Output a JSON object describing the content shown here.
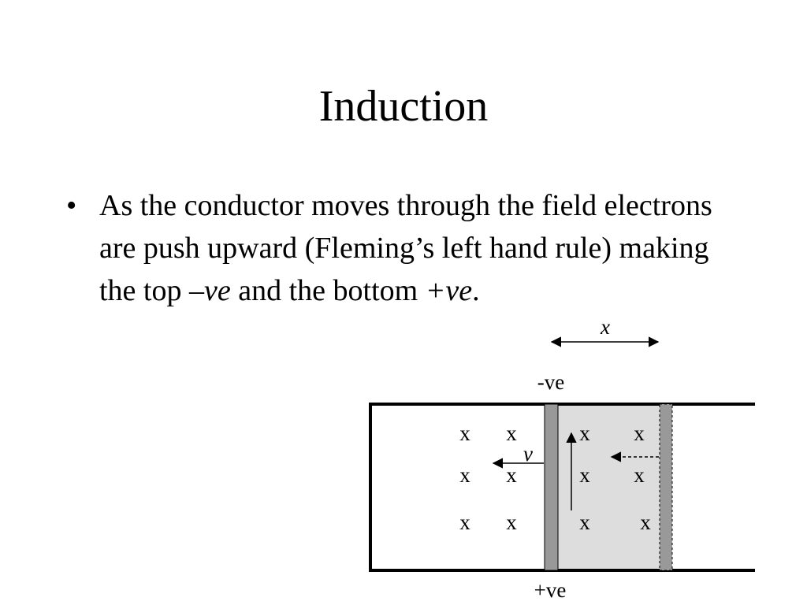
{
  "slide": {
    "title": "Induction",
    "bullet": {
      "symbol": "•",
      "part1": "As the conductor moves through the field electrons are push upward (Fleming’s left hand rule) making the top ",
      "top_charge": "–ve",
      "part2": " and the bottom ",
      "bottom_charge": "+ve",
      "part3": "."
    }
  },
  "diagram": {
    "x_arrow_label": "x",
    "top_label": "-ve",
    "bottom_label": "+ve",
    "velocity_label": "v",
    "field_symbol": "x",
    "colors": {
      "conductor": "#999999",
      "shaded_region": "#dddddd",
      "lines": "#000000"
    }
  }
}
